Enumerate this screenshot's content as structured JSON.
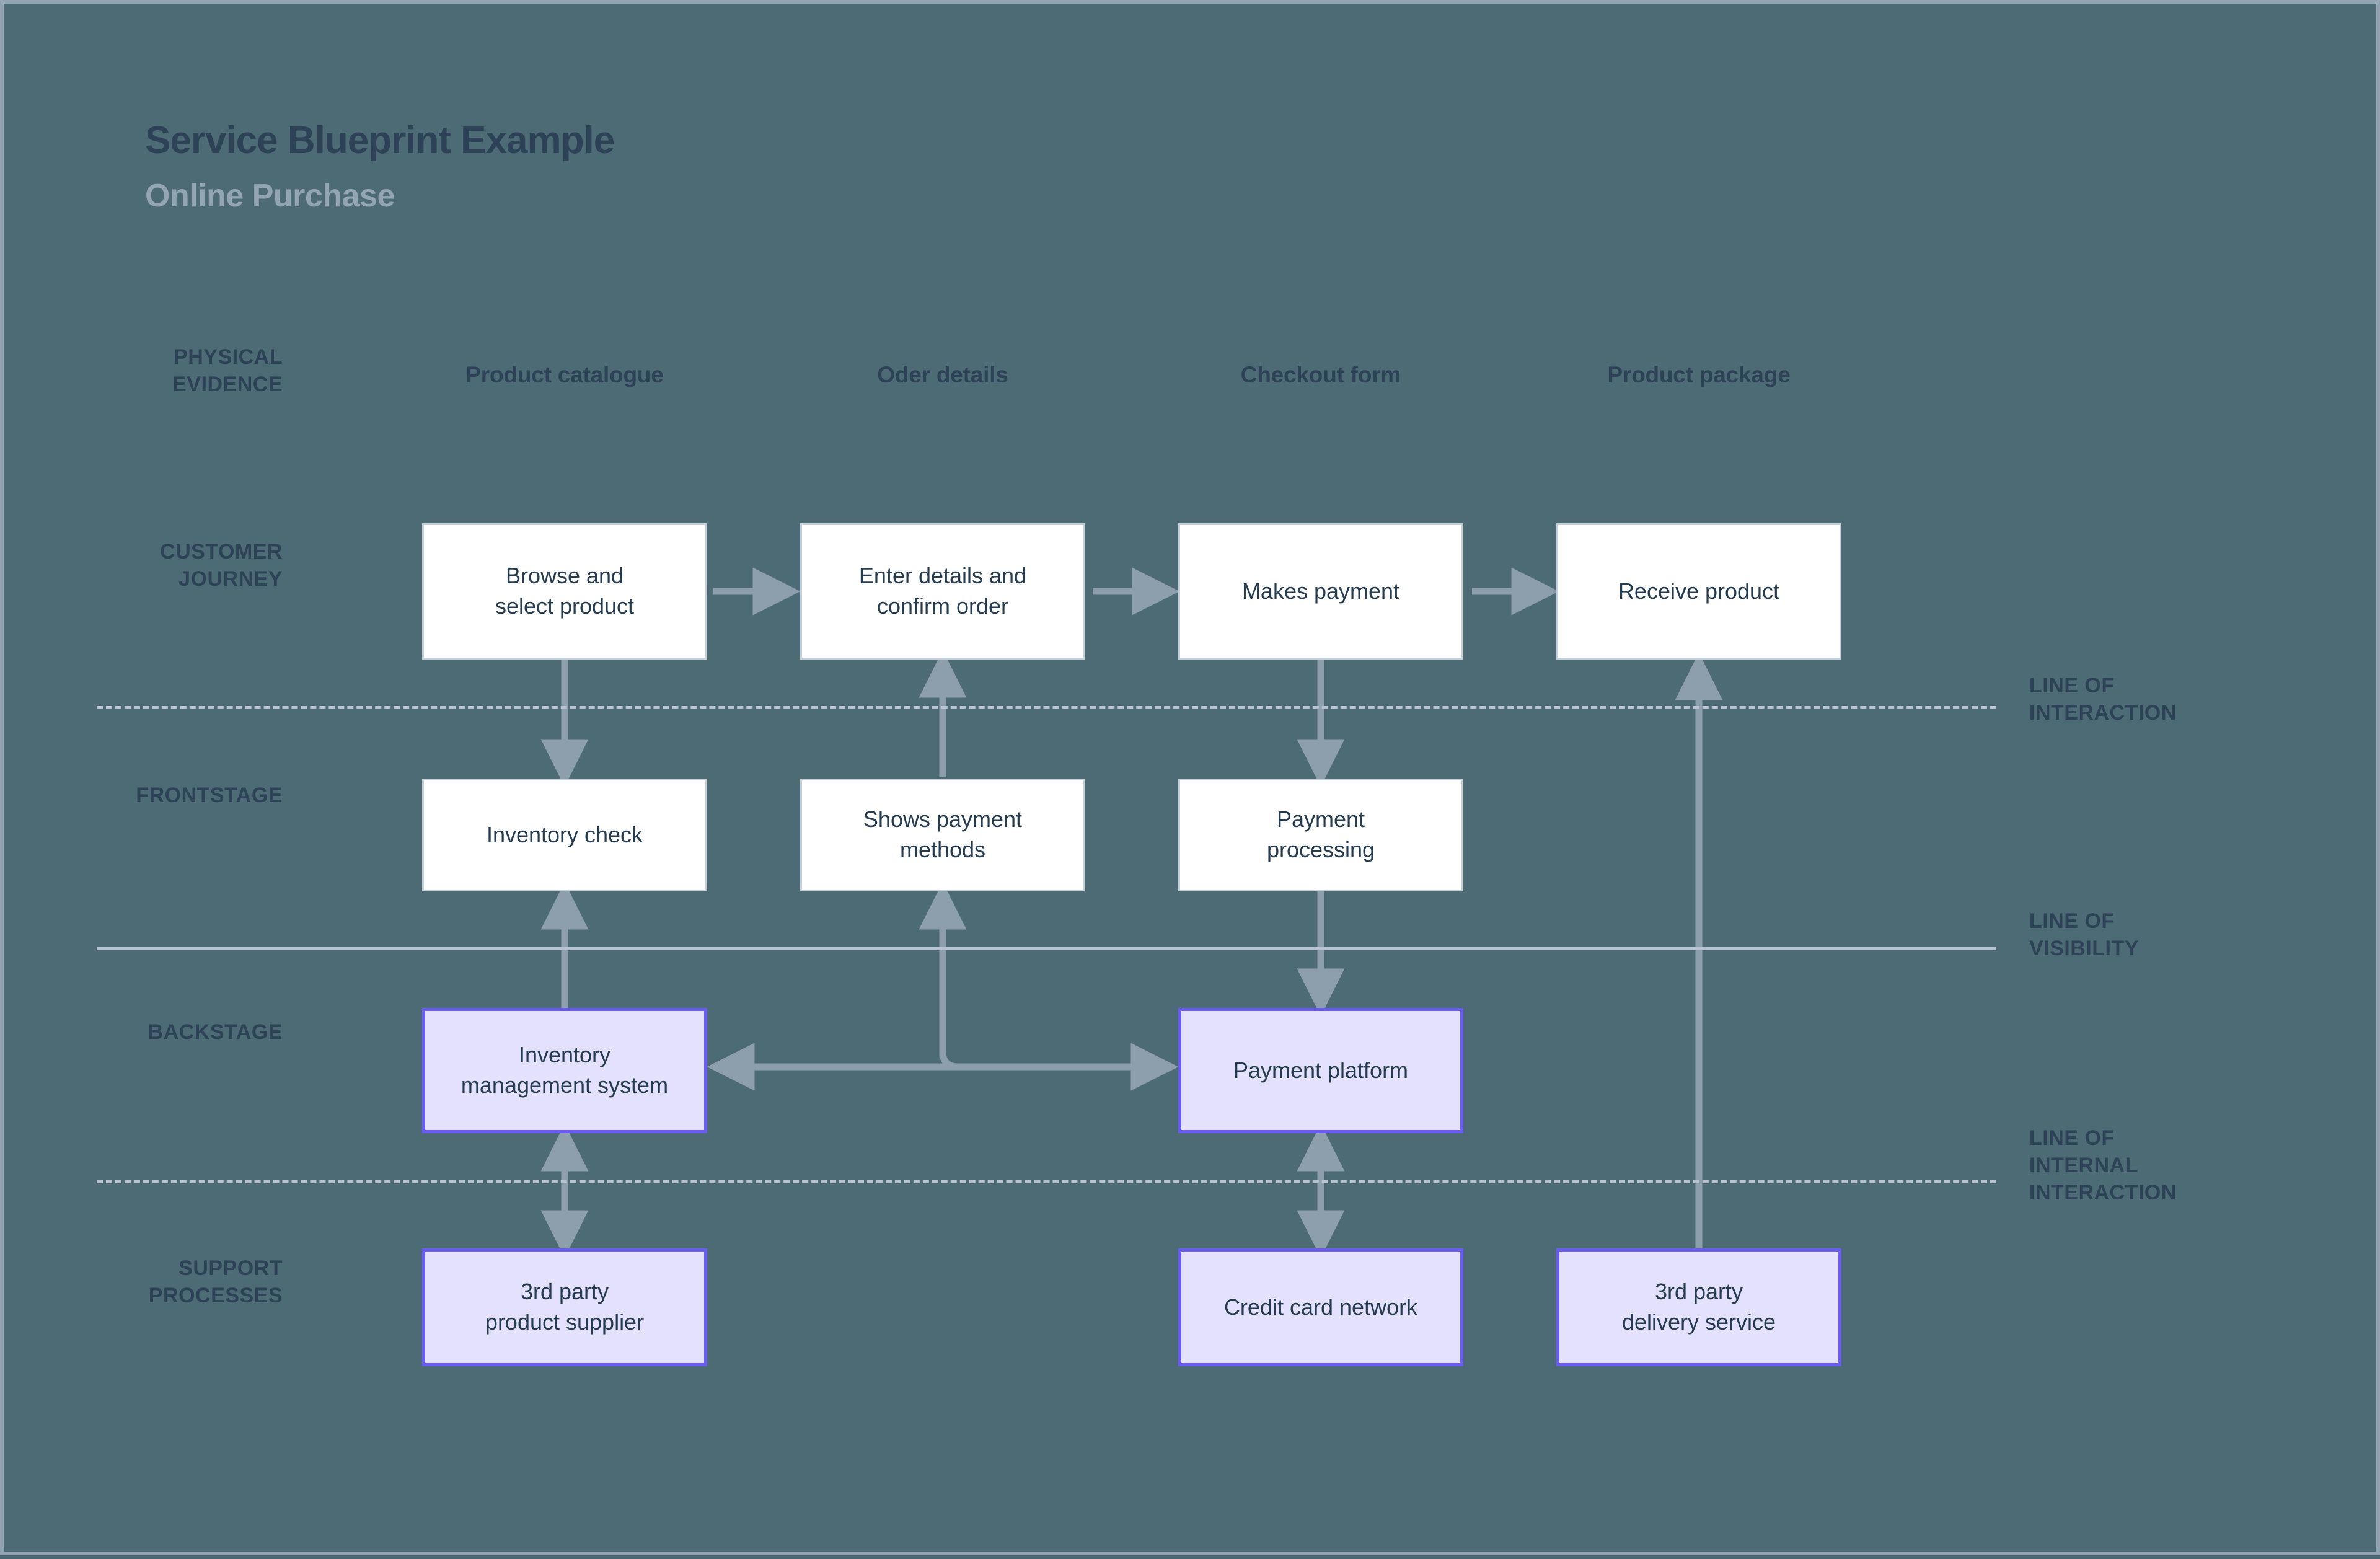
{
  "header": {
    "title": "Service Blueprint Example",
    "subtitle": "Online Purchase"
  },
  "colors": {
    "background": "#4d6b75",
    "frame_border": "#93a4b2",
    "title_text": "#2d4257",
    "subtitle_text": "#93a4b2",
    "white_box_fill": "#ffffff",
    "white_box_border": "#c4cfd9",
    "purple_box_fill": "#e3e1fb",
    "purple_box_border": "#6a5cf0",
    "box_text": "#253b4f",
    "connector": "#8d9fac",
    "separator": "#b7c3ce"
  },
  "row_labels": [
    {
      "id": "physical-evidence",
      "text": "PHYSICAL\nEVIDENCE"
    },
    {
      "id": "customer-journey",
      "text": "CUSTOMER\nJOURNEY"
    },
    {
      "id": "frontstage",
      "text": "FRONTSTAGE"
    },
    {
      "id": "backstage",
      "text": "BACKSTAGE"
    },
    {
      "id": "support-processes",
      "text": "SUPPORT\nPROCESSES"
    }
  ],
  "line_labels": [
    {
      "id": "line-of-interaction",
      "text": "LINE OF\nINTERACTION"
    },
    {
      "id": "line-of-visibility",
      "text": "LINE OF\nVISIBILITY"
    },
    {
      "id": "line-of-internal-interaction",
      "text": "LINE OF\nINTERNAL\nINTERACTION"
    }
  ],
  "physical_evidence": [
    {
      "id": "product-catalogue",
      "text": "Product catalogue"
    },
    {
      "id": "oder-details",
      "text": "Oder details"
    },
    {
      "id": "checkout-form",
      "text": "Checkout form"
    },
    {
      "id": "product-package",
      "text": "Product package"
    }
  ],
  "customer_journey": [
    {
      "id": "browse-select-product",
      "text": "Browse and\nselect product"
    },
    {
      "id": "enter-confirm-order",
      "text": "Enter details and\nconfirm order"
    },
    {
      "id": "makes-payment",
      "text": "Makes payment"
    },
    {
      "id": "receive-product",
      "text": "Receive product"
    }
  ],
  "frontstage": [
    {
      "id": "inventory-check",
      "text": "Inventory check"
    },
    {
      "id": "shows-payment-methods",
      "text": "Shows payment\nmethods"
    },
    {
      "id": "payment-processing",
      "text": "Payment\nprocessing"
    }
  ],
  "backstage": [
    {
      "id": "inventory-management-system",
      "text": "Inventory\nmanagement system"
    },
    {
      "id": "payment-platform",
      "text": "Payment platform"
    }
  ],
  "support_processes": [
    {
      "id": "3rd-party-product-supplier",
      "text": "3rd party\nproduct supplier"
    },
    {
      "id": "credit-card-network",
      "text": "Credit card network"
    },
    {
      "id": "3rd-party-delivery-service",
      "text": "3rd party\ndelivery service"
    }
  ]
}
